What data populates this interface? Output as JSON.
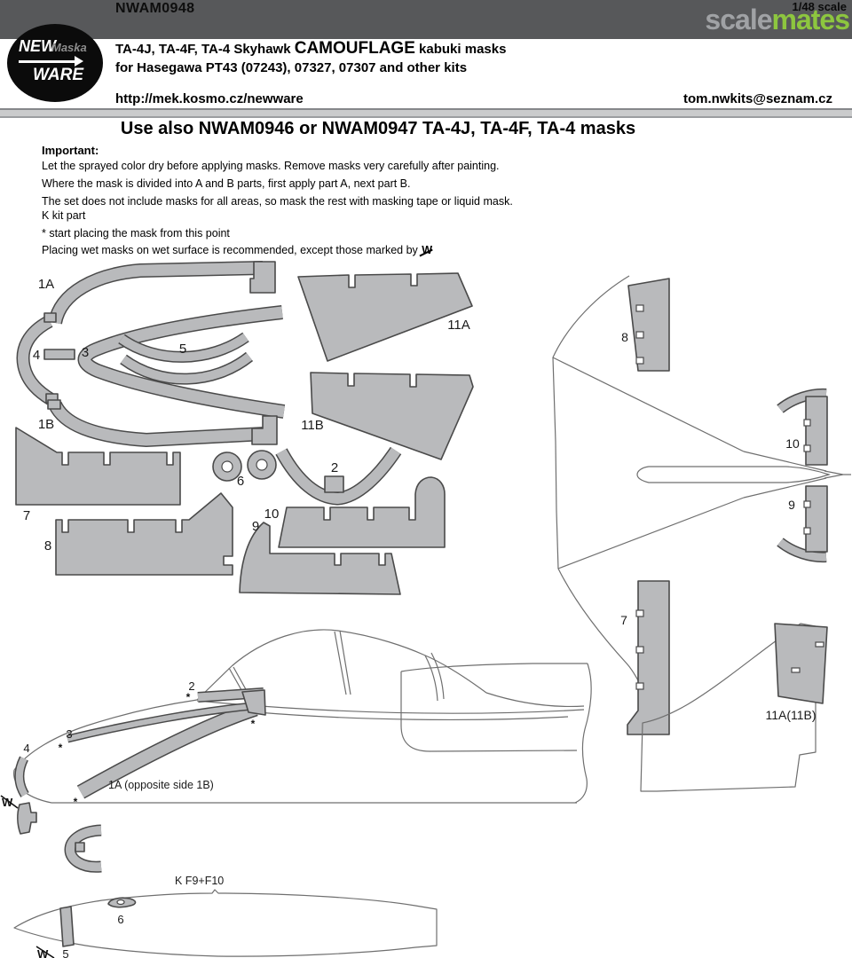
{
  "header": {
    "product_code": "NWAM0948",
    "scale": "1/48 scale",
    "watermark": {
      "part1": "scale",
      "part2": "mates",
      "green": "#8dc63f",
      "gray": "#a0a2a5"
    },
    "logo": {
      "word1": "NEW",
      "word2": "Maska",
      "word3": "WARE"
    },
    "title_prefix": "TA-4J, TA-4F, TA-4 Skyhawk",
    "title_camouflage": "CAMOUFLAGE",
    "title_suffix": "kabuki masks",
    "title_line2": "for Hasegawa PT43 (07243), 07327, 07307 and other kits",
    "url": "http://mek.kosmo.cz/newware",
    "email": "tom.nwkits@seznam.cz"
  },
  "notice": "Use also NWAM0946 or NWAM0947 TA-4J, TA-4F, TA-4 masks",
  "instructions": {
    "heading": "Important:",
    "lines": [
      "Let the sprayed color dry before applying masks. Remove masks very carefully after painting.",
      "Where the mask is divided into A and B parts, first apply part A, next part B.",
      "The set does not include masks for all areas, so mask the rest with masking tape or liquid mask.",
      "K kit part",
      "*  start placing the mask from this point",
      "Placing wet masks on wet surface is recommended, except those marked by"
    ],
    "wet_icon": "W"
  },
  "diagram": {
    "colors": {
      "mask_fill": "#b9babc",
      "outline": "#4a4a4a",
      "drawing_line": "#6f6f6f"
    },
    "labels": {
      "c1A": "1A",
      "c4": "4",
      "c3": "3",
      "c5": "5",
      "c1B": "1B",
      "c7": "7",
      "c8": "8",
      "c6": "6",
      "c2": "2",
      "c10": "10",
      "c9": "9",
      "c11A": "11A",
      "c11B": "11B",
      "w8": "8",
      "w10": "10",
      "w9": "9",
      "w7": "7",
      "fin": "11A(11B)",
      "s2": "2",
      "s3": "3",
      "s4": "4",
      "s1A": "1A (opposite side 1B)",
      "tankK": "K F9+F10",
      "t6": "6",
      "t5": "5"
    },
    "marks": {
      "asterisk": "*",
      "wet": "W"
    }
  }
}
